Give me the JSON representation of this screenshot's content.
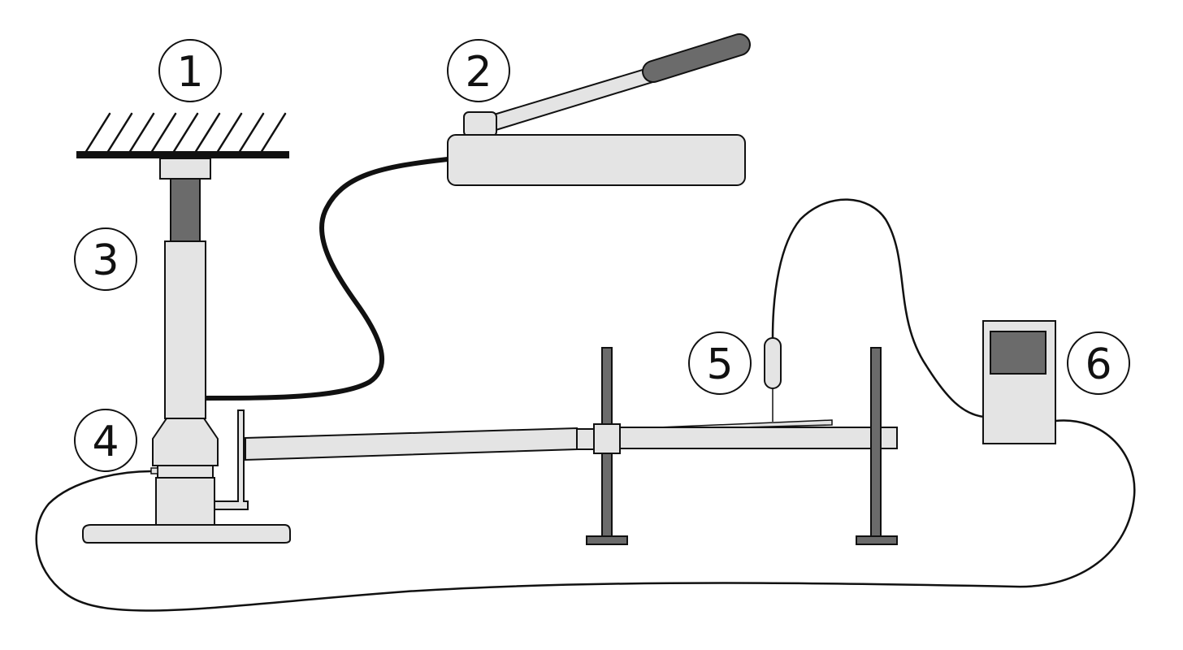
{
  "callouts": [
    {
      "id": "1",
      "text": "1"
    },
    {
      "id": "2",
      "text": "2"
    },
    {
      "id": "3",
      "text": "3"
    },
    {
      "id": "4",
      "text": "4"
    },
    {
      "id": "5",
      "text": "5"
    },
    {
      "id": "6",
      "text": "6"
    }
  ],
  "colors": {
    "fill_light": "#e4e4e4",
    "fill_dark": "#6b6b6b",
    "stroke": "#111111",
    "background": "#ffffff"
  }
}
